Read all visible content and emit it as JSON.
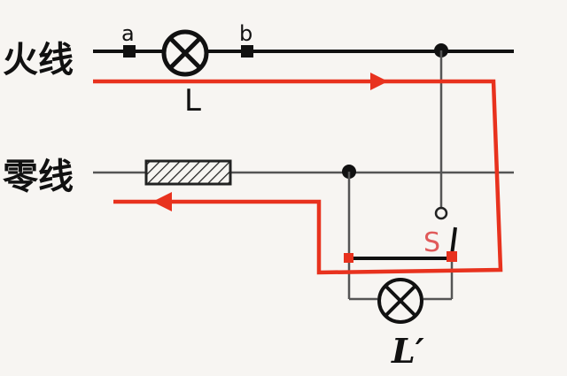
{
  "labels": {
    "live_wire": "火线",
    "neutral_wire": "零线",
    "point_a": "a",
    "point_b": "b",
    "lamp_L": "L",
    "switch_S": "S",
    "lamp_L_prime": "L′"
  },
  "colors": {
    "wire": "#111111",
    "current_path": "#e8321e",
    "switch_label": "#e05a5a",
    "terminal": "#e8321e",
    "background": "#f7f5f2"
  },
  "icons": {
    "lamp": "lamp-cross-icon",
    "fuse": "fuse-icon",
    "junction": "junction-dot",
    "arrow": "arrow-icon"
  }
}
